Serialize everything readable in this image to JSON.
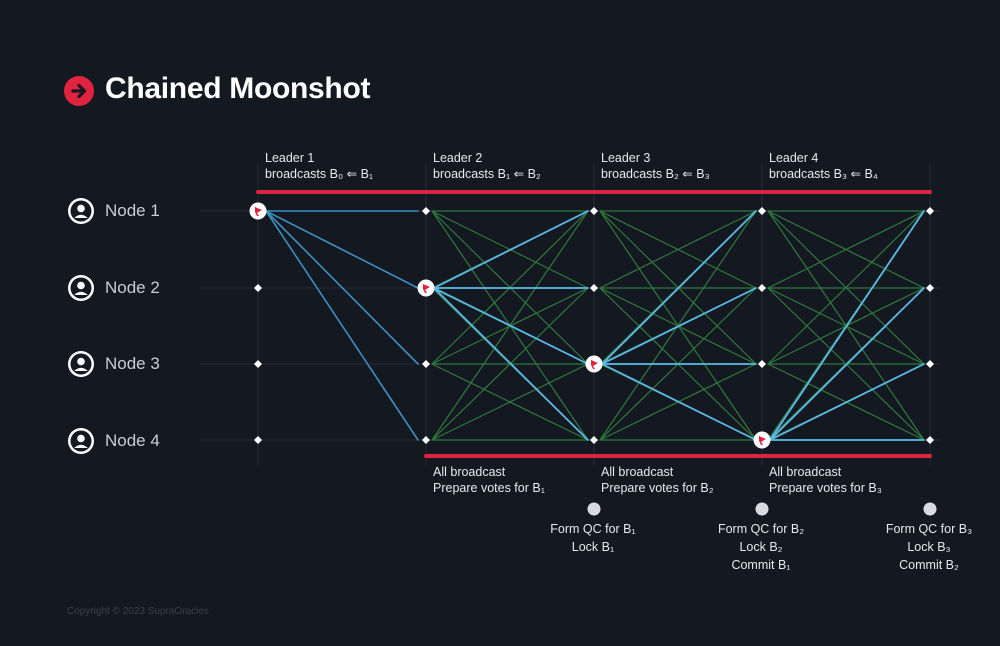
{
  "title": "Chained Moonshot",
  "nodes": [
    {
      "label": "Node 1"
    },
    {
      "label": "Node 2"
    },
    {
      "label": "Node 3"
    },
    {
      "label": "Node 4"
    }
  ],
  "leaders": [
    {
      "title": "Leader 1",
      "text": "broadcasts B₀ ⇐ B₁"
    },
    {
      "title": "Leader 2",
      "text": "broadcasts B₁ ⇐ B₂"
    },
    {
      "title": "Leader 3",
      "text": "broadcasts  B₂ ⇐ B₃"
    },
    {
      "title": "Leader 4",
      "text": "broadcasts  B₃ ⇐ B₄"
    }
  ],
  "votes": [
    {
      "line1": "All broadcast",
      "line2": "Prepare votes for B₁"
    },
    {
      "line1": "All broadcast",
      "line2": "Prepare votes for B₂"
    },
    {
      "line1": "All broadcast",
      "line2": "Prepare votes for B₃"
    }
  ],
  "qcs": [
    {
      "lines": [
        "Form QC for B₁",
        "Lock B₁"
      ]
    },
    {
      "lines": [
        "Form QC for B₂",
        "Lock B₂",
        "Commit B₁"
      ]
    },
    {
      "lines": [
        "Form QC for B₃",
        "Lock B₃",
        "Commit B₂"
      ]
    }
  ],
  "colors": {
    "accent": "#e0233e",
    "broadcast": "#5ab9e6",
    "leader1_broadcast": "#3d8fbf",
    "vote": "#2f7a3d",
    "background": "#141821"
  },
  "copyright": "Copyright © 2023 SupraOracles"
}
